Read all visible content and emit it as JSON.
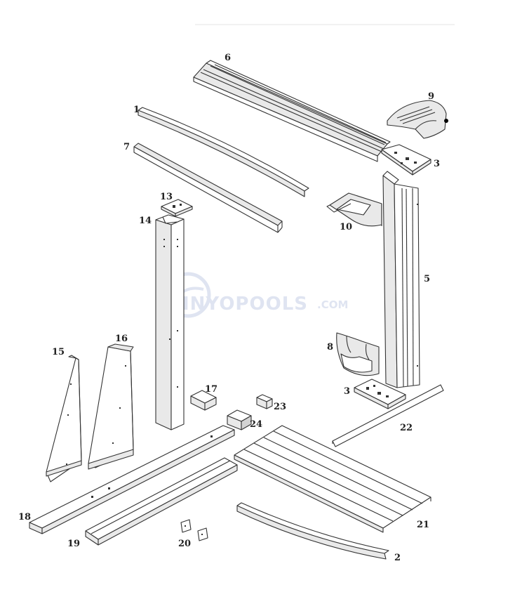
{
  "diagram": {
    "labels": {
      "p1": "1",
      "p2": "2",
      "p3a": "3",
      "p3b": "3",
      "p5": "5",
      "p6": "6",
      "p7": "7",
      "p8": "8",
      "p9": "9",
      "p10": "10",
      "p13": "13",
      "p14": "14",
      "p15": "15",
      "p16": "16",
      "p17": "17",
      "p18": "18",
      "p19": "19",
      "p20": "20",
      "p21": "21",
      "p22": "22",
      "p23": "23",
      "p24": "24"
    },
    "watermark": {
      "brand": "INYOPOOLS",
      "domain": ".COM",
      "color": "#c5cfe6"
    },
    "colors": {
      "line": "#333333",
      "label": "#222222",
      "shade": "#e9e9e9"
    }
  }
}
